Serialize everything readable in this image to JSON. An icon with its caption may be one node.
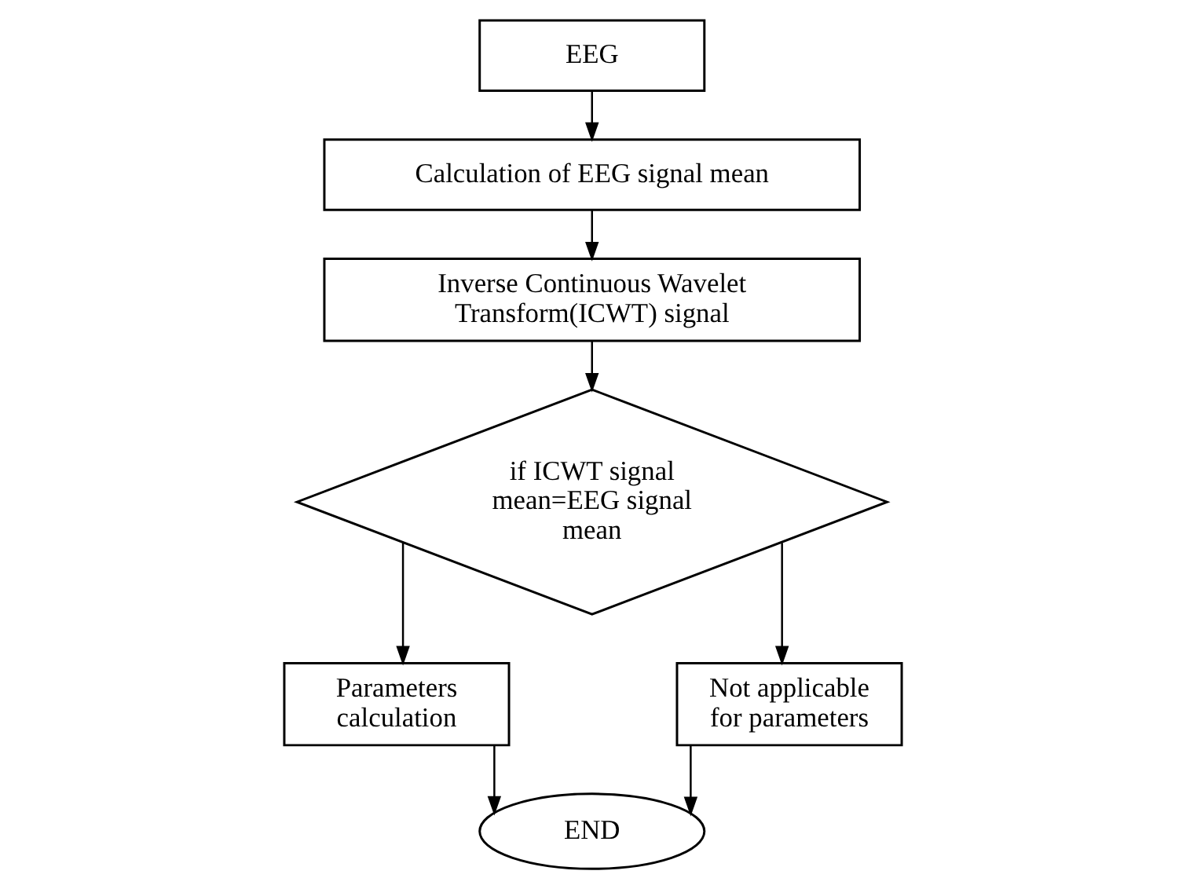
{
  "diagram": {
    "nodes": [
      {
        "text": [
          "EEG"
        ]
      },
      {
        "text": [
          "Calculation of EEG signal mean"
        ]
      },
      {
        "text": [
          "Inverse Continuous Wavelet Transform(ICWT) signal"
        ]
      },
      {
        "text": [
          "if ICWT signal mean=EEG signal mean"
        ]
      },
      {
        "text": [
          "Parameters calculation"
        ]
      },
      {
        "text": [
          "Not applicable for parameters"
        ]
      },
      {
        "text": [
          "END"
        ]
      }
    ],
    "edges": [
      {
        "from": 0,
        "to": 1,
        "arrow": "to"
      },
      {
        "from": 1,
        "to": 2,
        "arrow": "to"
      },
      {
        "from": 2,
        "to": 3,
        "arrow": "to"
      },
      {
        "from": 3,
        "to": 4,
        "arrow": "to"
      },
      {
        "from": 3,
        "to": 5,
        "arrow": "to"
      },
      {
        "from": 4,
        "to": 6,
        "arrow": "to"
      },
      {
        "from": 5,
        "to": 6,
        "arrow": "to"
      }
    ]
  }
}
